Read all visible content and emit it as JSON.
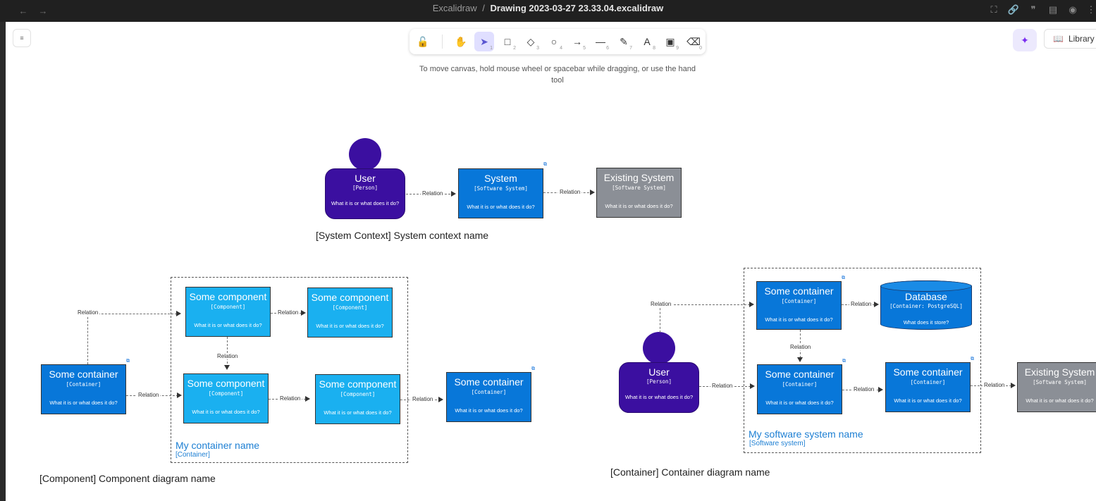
{
  "window": {
    "app_name": "Excalidraw",
    "separator": "/",
    "file_name": "Drawing 2023-03-27 23.33.04.excalidraw",
    "back_icon": "arrow-left-icon",
    "forward_icon": "arrow-right-icon",
    "right_icons": [
      "fullscreen-icon",
      "link-icon",
      "quote-icon",
      "save-icon",
      "palette-icon",
      "more-icon"
    ]
  },
  "menu": {
    "icon": "hamburger-icon",
    "label": "≡"
  },
  "toolbar": {
    "tools": [
      {
        "name": "lock",
        "icon": "🔓",
        "key": ""
      },
      {
        "name": "hand",
        "icon": "✋",
        "key": ""
      },
      {
        "name": "selection",
        "icon": "➤",
        "key": "1"
      },
      {
        "name": "rectangle",
        "icon": "□",
        "key": "2"
      },
      {
        "name": "diamond",
        "icon": "◇",
        "key": "3"
      },
      {
        "name": "ellipse",
        "icon": "○",
        "key": "4"
      },
      {
        "name": "arrow",
        "icon": "→",
        "key": "5"
      },
      {
        "name": "line",
        "icon": "—",
        "key": "6"
      },
      {
        "name": "draw",
        "icon": "✎",
        "key": "7"
      },
      {
        "name": "text",
        "icon": "A",
        "key": "8"
      },
      {
        "name": "image",
        "icon": "▣",
        "key": "9"
      },
      {
        "name": "eraser",
        "icon": "⌫",
        "key": "0"
      }
    ],
    "active": "selection"
  },
  "hint": "To move canvas, hold mouse wheel or spacebar while dragging, or use the hand tool",
  "library": {
    "label": "Library",
    "icon": "book-icon"
  },
  "relation_label": "Relation",
  "context": {
    "caption": "[System Context] System context name",
    "user": {
      "title": "User",
      "type": "[Person]",
      "desc": "What it is or what does it do?"
    },
    "system": {
      "title": "System",
      "type": "[Software System]",
      "desc": "What it is or what does it do?"
    },
    "existing": {
      "title": "Existing System",
      "type": "[Software System]",
      "desc": "What it is or what does it do?"
    }
  },
  "component_diagram": {
    "caption": "[Component] Component diagram name",
    "boundary_name": "My container name",
    "boundary_type": "[Container]",
    "left_container": {
      "title": "Some container",
      "type": "[Container]",
      "desc": "What it is or what does it do?"
    },
    "right_container": {
      "title": "Some container",
      "type": "[Container]",
      "desc": "What it is or what does it do?"
    },
    "components": [
      {
        "title": "Some component",
        "type": "[Component]",
        "desc": "What it is or what does it do?"
      },
      {
        "title": "Some component",
        "type": "[Component]",
        "desc": "What it is or what does it do?"
      },
      {
        "title": "Some component",
        "type": "[Component]",
        "desc": "What it is or what does it do?"
      },
      {
        "title": "Some component",
        "type": "[Component]",
        "desc": "What it is or what does it do?"
      }
    ]
  },
  "container_diagram": {
    "caption": "[Container] Container diagram name",
    "boundary_name": "My software system name",
    "boundary_type": "[Software system]",
    "user": {
      "title": "User",
      "type": "[Person]",
      "desc": "What it is or what does it do?"
    },
    "containers": [
      {
        "title": "Some container",
        "type": "[Container]",
        "desc": "What it is or what does it do?"
      },
      {
        "title": "Some container",
        "type": "[Container]",
        "desc": "What it is or what does it do?"
      },
      {
        "title": "Some container",
        "type": "[Container]",
        "desc": "What it is or what does it do?"
      }
    ],
    "database": {
      "title": "Database",
      "type": "[Container: PostgreSQL]",
      "desc": "What does it store?"
    },
    "existing": {
      "title": "Existing System",
      "type": "[Software System]",
      "desc": "What it is or what does it do?"
    }
  }
}
